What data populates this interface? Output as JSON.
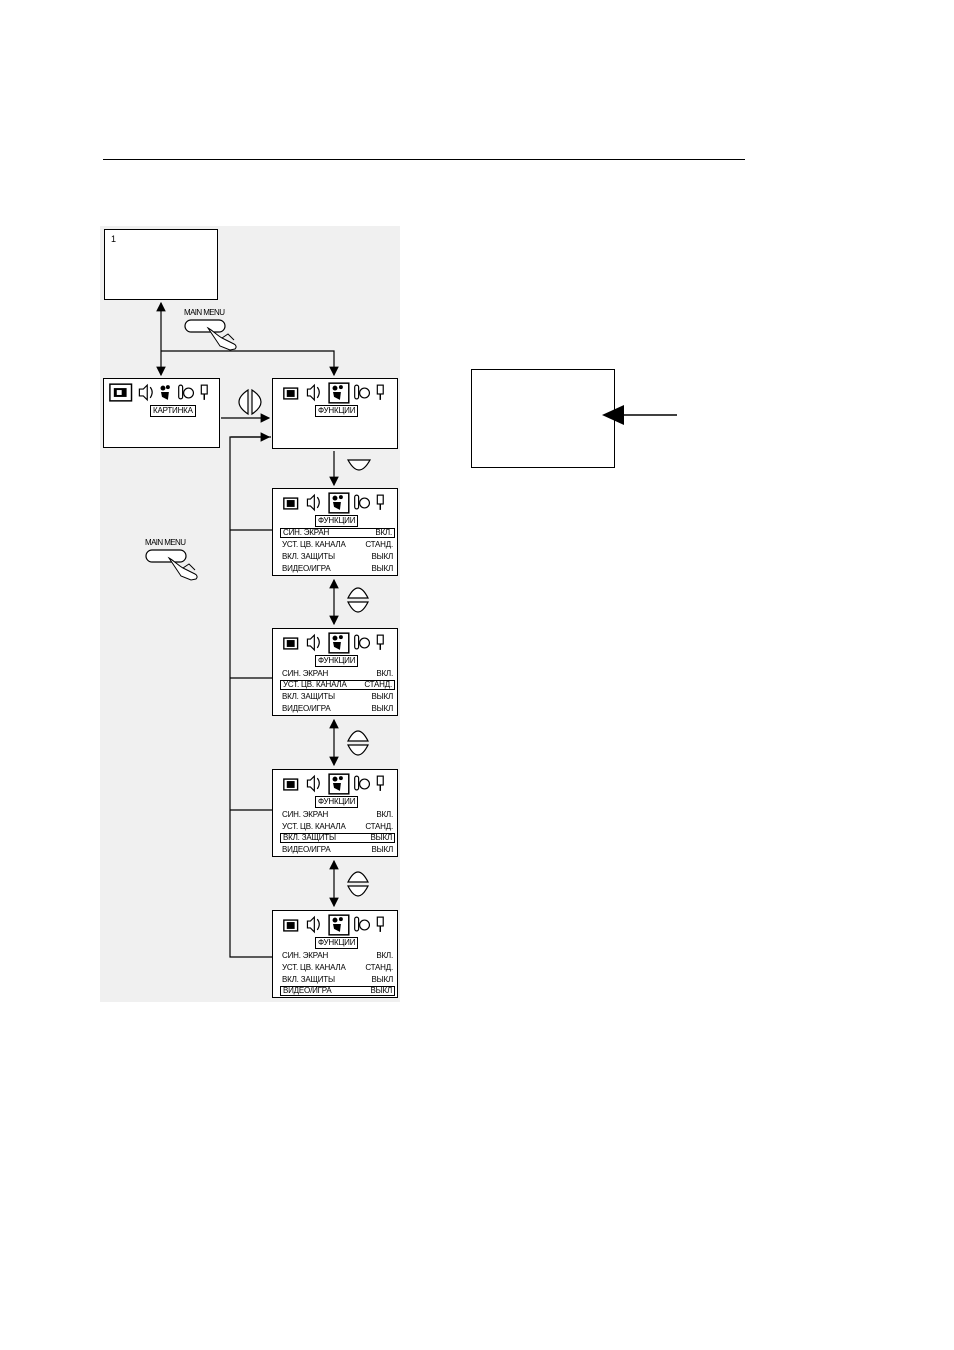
{
  "osd": {
    "channel_number": "1",
    "main_menu_label": "MAIN MENU",
    "picture_title": "КАРТИНКА",
    "functions_title": "ФУНКЦИИ",
    "items": [
      {
        "label": "СИН. ЭКРАН",
        "value": "ВКЛ."
      },
      {
        "label": "УСТ. ЦВ. КАНАЛА",
        "value": "СТАНД."
      },
      {
        "label": "ВКЛ. ЗАЩИТЫ",
        "value": "ВЫКЛ"
      },
      {
        "label": "ВИДЕО/ИГРА",
        "value": "ВЫКЛ"
      }
    ]
  }
}
